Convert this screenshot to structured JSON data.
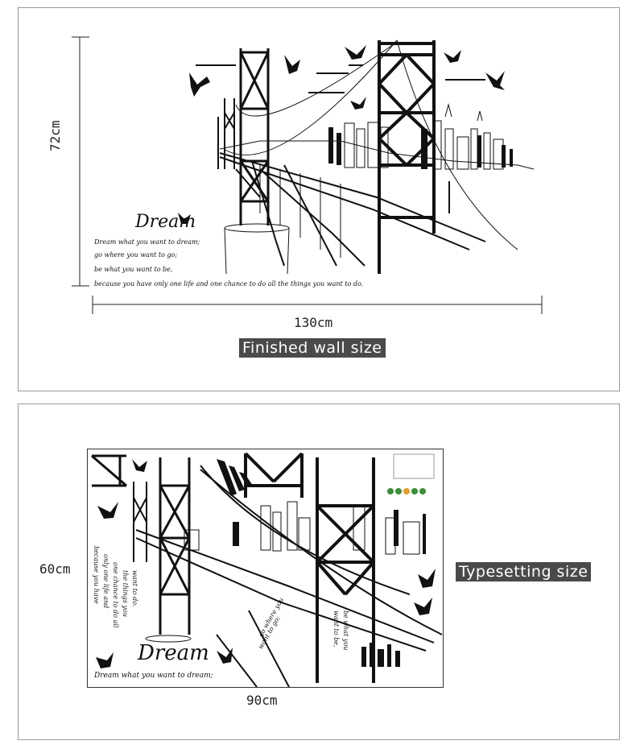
{
  "top_panel": {
    "height_label": "72cm",
    "width_label": "130cm",
    "caption": "Finished wall size",
    "dream_title": "Dream",
    "poem_lines": [
      "Dream what you want to dream;",
      "go where you want to go;",
      "be what you want to be,",
      "because you have only one life and one chance to do all the things you want to do."
    ]
  },
  "bottom_panel": {
    "height_label": "60cm",
    "width_label": "90cm",
    "caption": "Typesetting size",
    "dream_title": "Dream",
    "dream_subline": "Dream what you want to dream;",
    "vertical_texts": [
      "because you have",
      "only one life and",
      "one chance to do all",
      "the things you",
      "want to do.",
      "go where you",
      "want to go;",
      "be what you",
      "want to be,"
    ]
  }
}
